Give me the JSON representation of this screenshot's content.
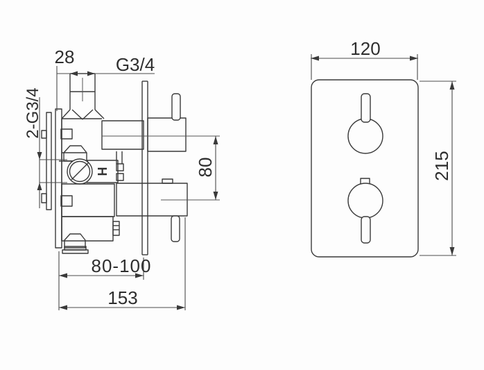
{
  "drawing": {
    "type": "technical-dimension-drawing",
    "side_view": {
      "dim_pipe_width": "28",
      "dim_top_thread": "G3/4",
      "dim_inlet_threads": "2-G3/4",
      "dim_port_spacing": "80",
      "dim_depth_range": "80-100",
      "dim_total_depth": "153",
      "hot_marker": "H"
    },
    "front_view": {
      "dim_width": "120",
      "dim_height": "215"
    },
    "colors": {
      "object_line": "#3a3a3a",
      "dimension_line": "#4a4a4a",
      "text": "#2e2e2e",
      "background": "#fdfdfd"
    }
  }
}
